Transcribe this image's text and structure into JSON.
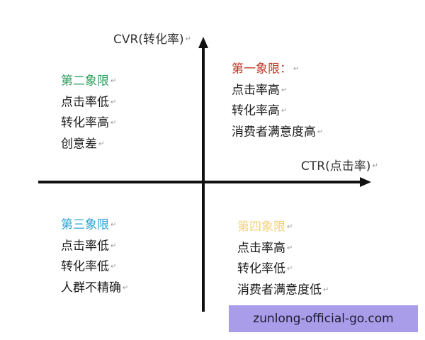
{
  "axes": {
    "y_label": "CVR(转化率)",
    "x_label": "CTR(点击率)",
    "axis_color": "#111111",
    "para_mark": "↵"
  },
  "quadrants": {
    "q1": {
      "title": "第一象限：",
      "title_color": "#c0392b",
      "lines": [
        "点击率高",
        "转化率高",
        "消费者满意度高"
      ]
    },
    "q2": {
      "title": "第二象限",
      "title_color": "#2e9e5e",
      "lines": [
        "点击率低",
        "转化率高",
        "创意差"
      ]
    },
    "q3": {
      "title": "第三象限",
      "title_color": "#2aa5d6",
      "lines": [
        "点击率低",
        "转化率低",
        "人群不精确"
      ]
    },
    "q4": {
      "title": "第四象限",
      "title_color": "#f2d27a",
      "lines": [
        "点击率高",
        "转化率低",
        "消费者满意度低"
      ]
    }
  },
  "watermark": {
    "text": "zunlong-official-go.com",
    "background": "#a99ce8"
  }
}
